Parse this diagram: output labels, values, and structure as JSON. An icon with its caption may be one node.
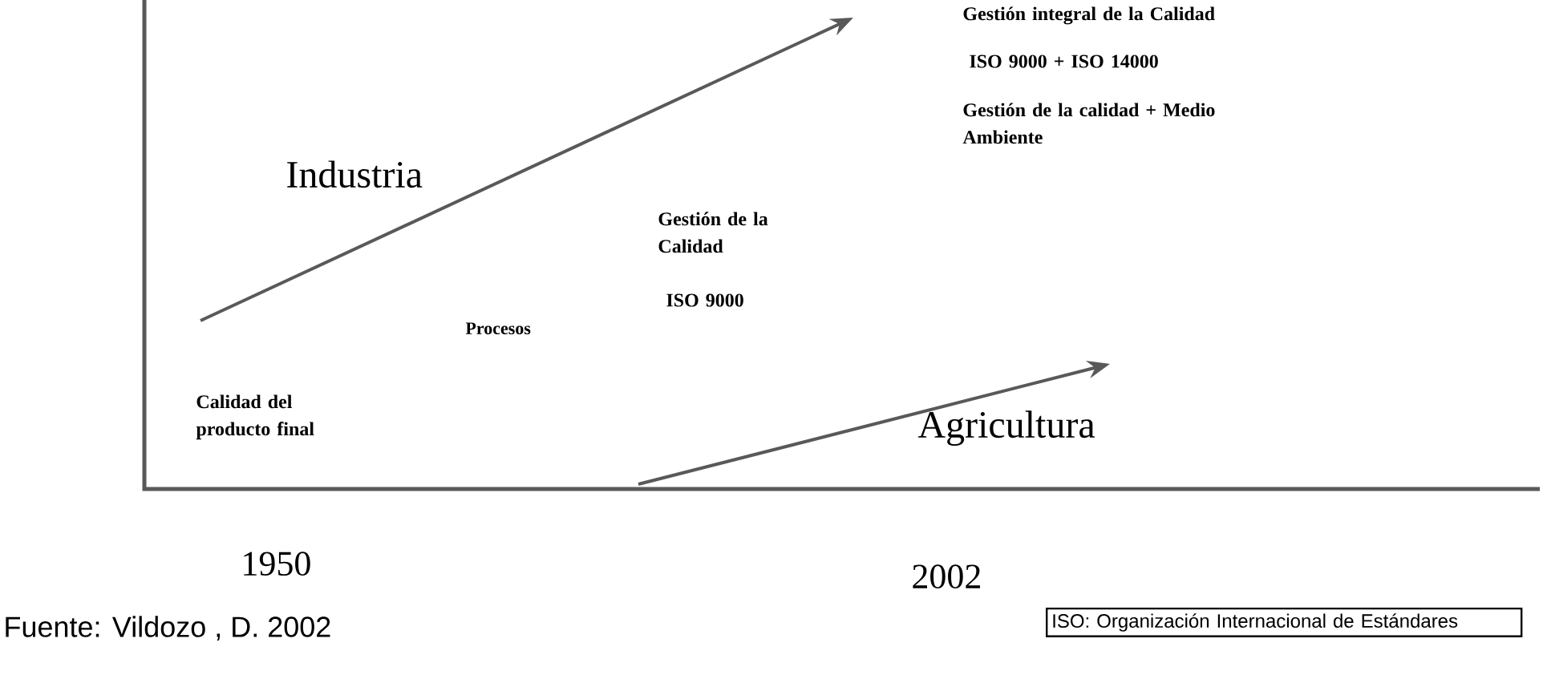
{
  "diagram": {
    "caption": "Fuente:    Vildozo    , D. 2002",
    "nodes": [
      {
        "text": [
          "ISO: Organización Internacional de Estándares"
        ]
      }
    ],
    "labels": [
      "Industria",
      "Gestión integral de la Calidad",
      "ISO 9000 + ISO 14000",
      "Gestión de la calidad + Medio Ambiente",
      "Gestión de la Calidad",
      "ISO 9000",
      "Procesos",
      "Agricultura",
      "Calidad del producto final",
      "1950",
      "2002"
    ]
  }
}
